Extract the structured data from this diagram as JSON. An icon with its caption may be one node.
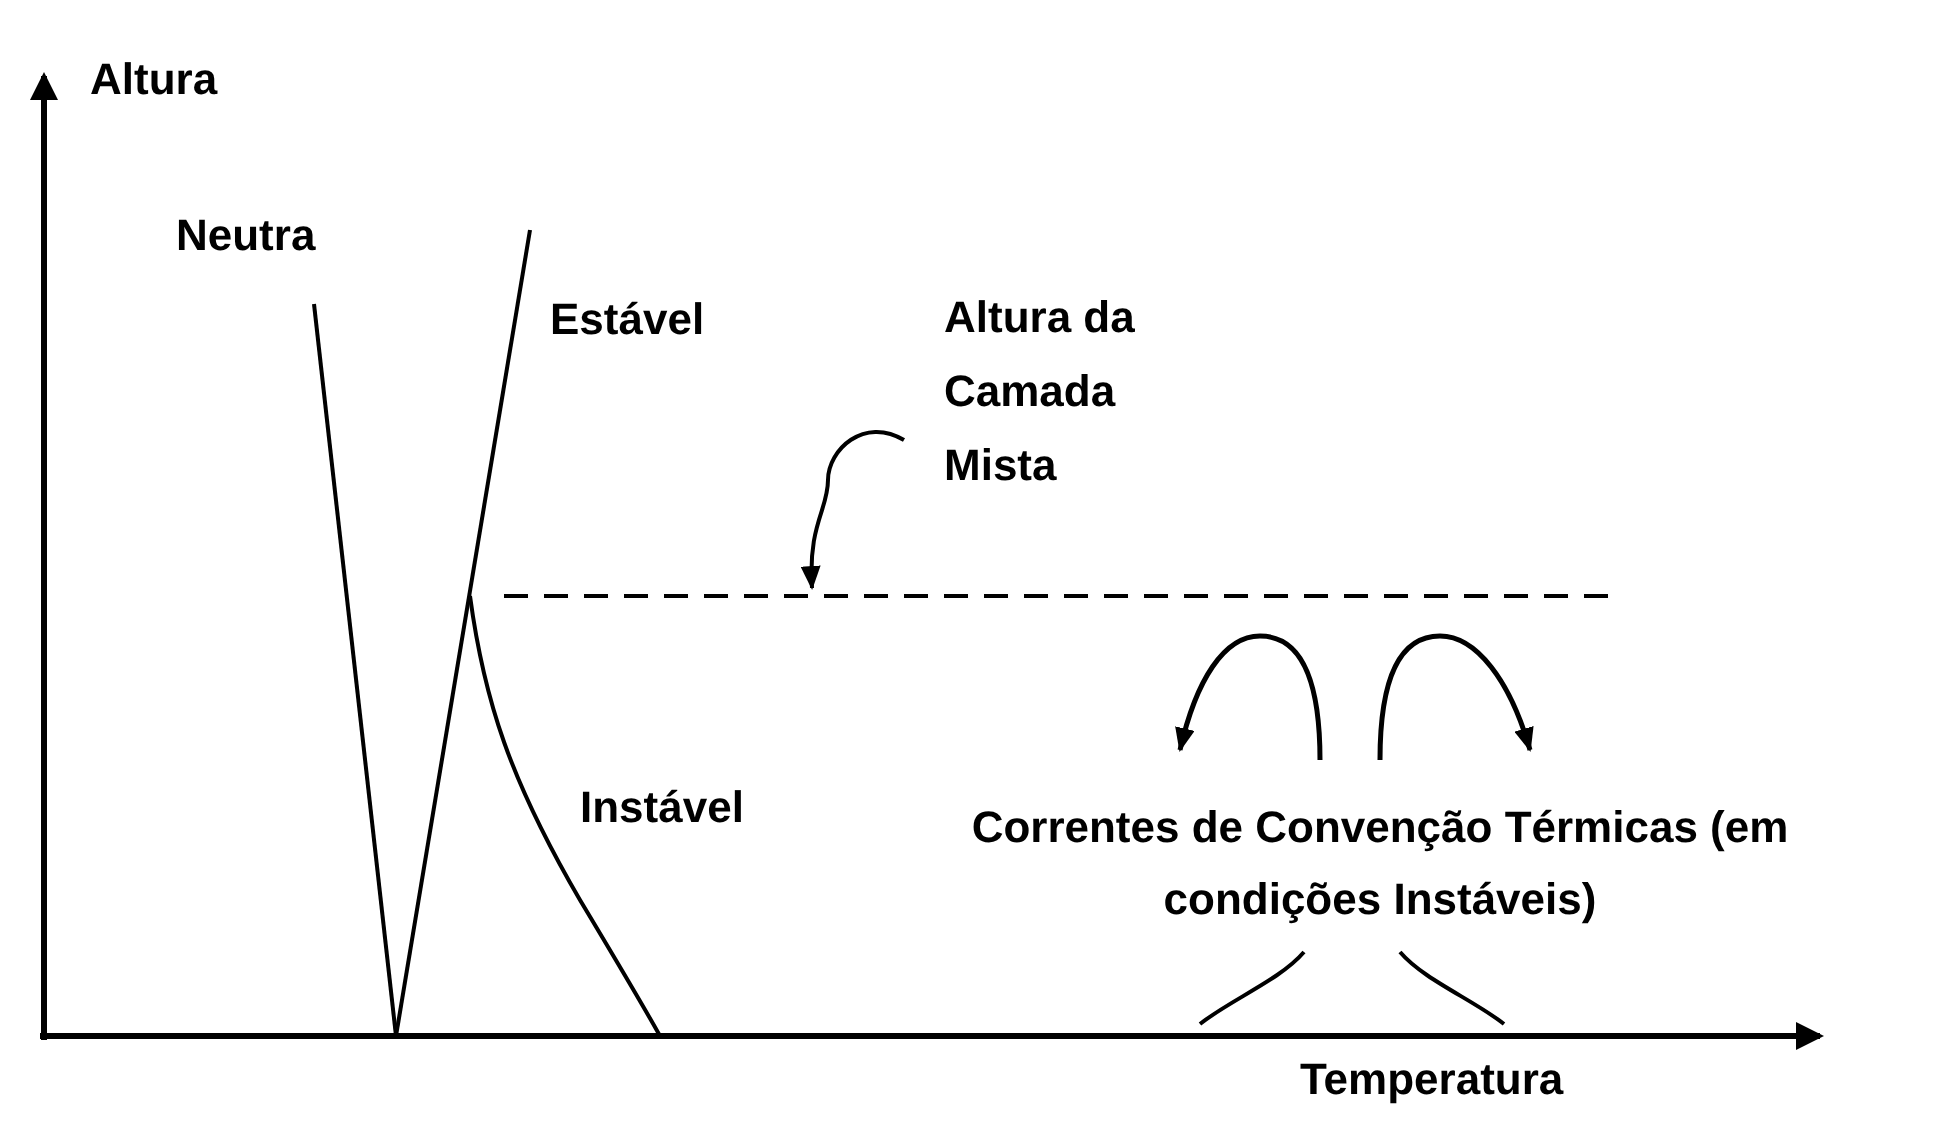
{
  "diagram": {
    "nodes": [
      {
        "text": [
          "Altura da Camada Mista"
        ]
      },
      {
        "text": [],
        "shape": "line"
      }
    ],
    "edges": [
      {
        "from": 0,
        "to": 1,
        "arrow": "to"
      }
    ],
    "labels": [
      "Altura",
      "Neutra",
      "Estável",
      "Instável",
      "Correntes de Convenção Térmicas (em condições Instáveis)",
      "Temperatura"
    ]
  }
}
